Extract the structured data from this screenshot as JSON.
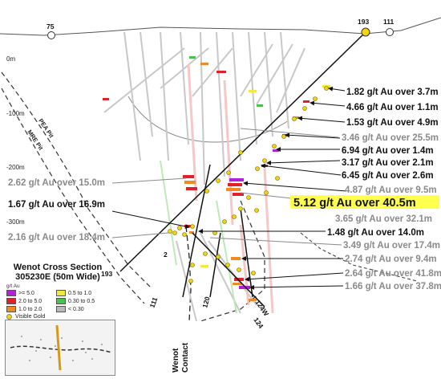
{
  "title": "Wenot Cross Section",
  "subtitle": "305230E (50m Wide)",
  "contact_label_1": "Wenot",
  "contact_label_2": "Contact",
  "pits": {
    "pea": "PEA Pit",
    "mre": "MRE Pit"
  },
  "depth_labels": [
    "0m",
    "-100m",
    "-200m",
    "-300m"
  ],
  "hole_ids": {
    "top_75": "75",
    "top_193": "193",
    "top_111": "111",
    "bottom_193": "193",
    "bottom_111": "111",
    "bottom_120": "120",
    "bottom_124": "124",
    "bottom_124w": "124W",
    "mid_2": "2"
  },
  "annotations": [
    {
      "text": "1.82 g/t Au over 3.7m",
      "style": "black"
    },
    {
      "text": "4.66 g/t Au over 1.1m",
      "style": "black"
    },
    {
      "text": "1.53 g/t Au over 4.9m",
      "style": "black"
    },
    {
      "text": "3.46 g/t Au over 25.5m",
      "style": "grey"
    },
    {
      "text": "6.94 g/t Au over 1.4m",
      "style": "black"
    },
    {
      "text": "3.17 g/t Au over 2.1m",
      "style": "black"
    },
    {
      "text": "6.45 g/t Au over 2.6m",
      "style": "black"
    },
    {
      "text": "4.87 g/t Au over 9.5m",
      "style": "grey"
    },
    {
      "text": "5.12 g/t Au over 40.5m",
      "style": "highlight"
    },
    {
      "text": "3.65 g/t Au over 32.1m",
      "style": "grey"
    },
    {
      "text": "1.48 g/t Au over 14.0m",
      "style": "black"
    },
    {
      "text": "3.49 g/t Au over 17.4m",
      "style": "grey"
    },
    {
      "text": "2.74 g/t Au over 9.4m",
      "style": "grey"
    },
    {
      "text": "2.64 g/t Au over 41.8m",
      "style": "grey"
    },
    {
      "text": "1.66 g/t Au over 37.8m",
      "style": "grey"
    },
    {
      "text": "2.62 g/t Au over 15.0m",
      "style": "grey"
    },
    {
      "text": "1.67 g/t Au over 16.9m",
      "style": "black"
    },
    {
      "text": "2.16 g/t Au over 18.4m",
      "style": "grey"
    }
  ],
  "legend": {
    "unit": "g/t Au",
    "items": [
      {
        "label": ">= 5.0",
        "color": "#b51fd6"
      },
      {
        "label": "0.5 to 1.0",
        "color": "#f2ea3a"
      },
      {
        "label": "2.0 to 5.0",
        "color": "#e0202a"
      },
      {
        "label": "0.30 to 0.5",
        "color": "#47c24b"
      },
      {
        "label": "1.0 to 2.0",
        "color": "#f08a24"
      },
      {
        "label": "< 0.30",
        "color": "#b9b9b9"
      }
    ],
    "visible_gold": "Visible Gold"
  },
  "colors": {
    "highlight": "#ffff4d",
    "hole_trace": "#111111",
    "grade_magenta": "#b51fd6"
  }
}
